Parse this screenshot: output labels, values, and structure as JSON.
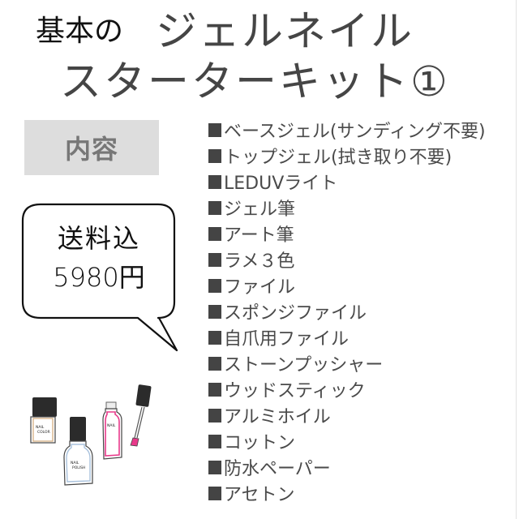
{
  "title": {
    "prefix": "基本の",
    "line1": "ジェルネイル",
    "line2": "スターターキット①"
  },
  "contents_label": "内容",
  "price_bubble": {
    "line1": "送料込",
    "line2": "5980円"
  },
  "illustration": {
    "icon": "nail-polish-bottles-icon",
    "bottle_labels": [
      "NAIL COLOR",
      "NAIL POLISH",
      "NAIL"
    ]
  },
  "items": [
    {
      "label": "ベースジェル(サンディング不要)"
    },
    {
      "label": "トップジェル(拭き取り不要)"
    },
    {
      "label": "LEDUVライト"
    },
    {
      "label": "ジェル筆"
    },
    {
      "label": "アート筆"
    },
    {
      "label": "ラメ３色"
    },
    {
      "label": "ファイル"
    },
    {
      "label": "スポンジファイル"
    },
    {
      "label": "自爪用ファイル"
    },
    {
      "label": "ストーンプッシャー"
    },
    {
      "label": "ウッドスティック"
    },
    {
      "label": "アルミホイル"
    },
    {
      "label": "コットン"
    },
    {
      "label": "防水ペーパー"
    },
    {
      "label": "アセトン"
    }
  ],
  "colors": {
    "title_text": "#454545",
    "contents_bg": "#dddddd",
    "contents_text": "#777777",
    "bullet": "#444444",
    "accent_pink": "#e8398a",
    "accent_blue": "#a9c2dd",
    "accent_tan": "#d9b58c"
  }
}
